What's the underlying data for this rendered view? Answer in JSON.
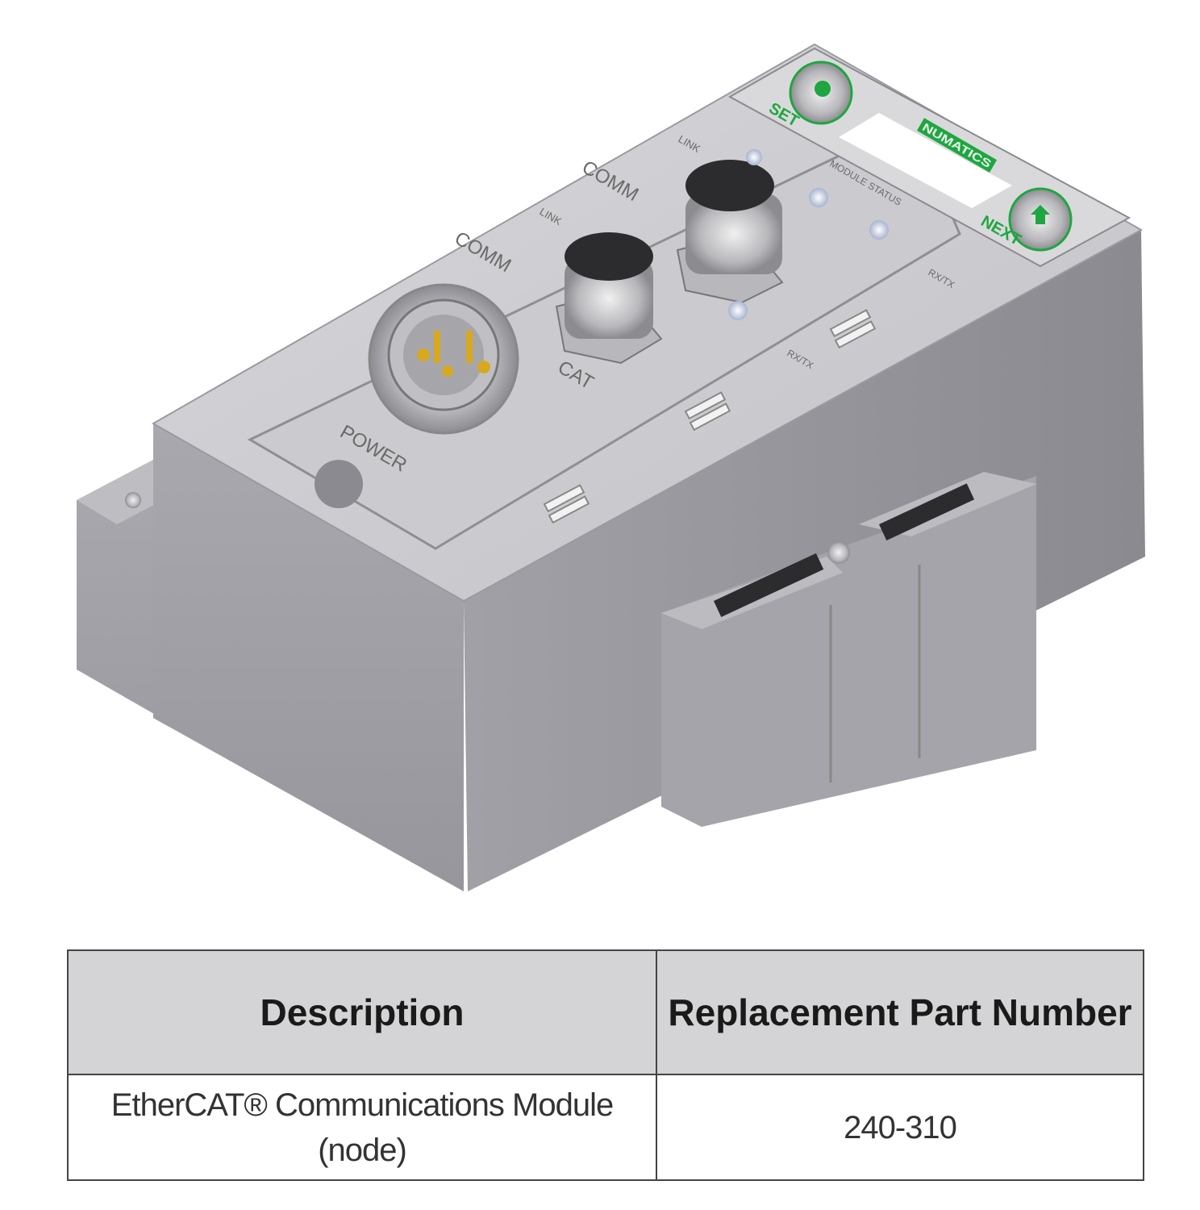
{
  "device": {
    "buttons": [
      {
        "label": "SET",
        "icon": "dot-icon"
      },
      {
        "label": "NEXT",
        "icon": "arrow-up-icon"
      }
    ],
    "brand_label": "NUMATICS",
    "labels": {
      "link1": "LINK",
      "link2": "LINK",
      "comm1": "COMM",
      "comm2": "COMM",
      "module_status": "MODULE STATUS",
      "power": "POWER",
      "cat": "CAT",
      "rxtx1": "RX/TX",
      "rxtx2": "RX/TX"
    },
    "colors": {
      "accent_green": "#1fa640",
      "body": "#c8c8cc"
    }
  },
  "table": {
    "headers": [
      "Description",
      "Replacement Part Number"
    ],
    "rows": [
      {
        "description": "EtherCAT® Communications Module (node)",
        "part_number": "240-310"
      }
    ]
  }
}
